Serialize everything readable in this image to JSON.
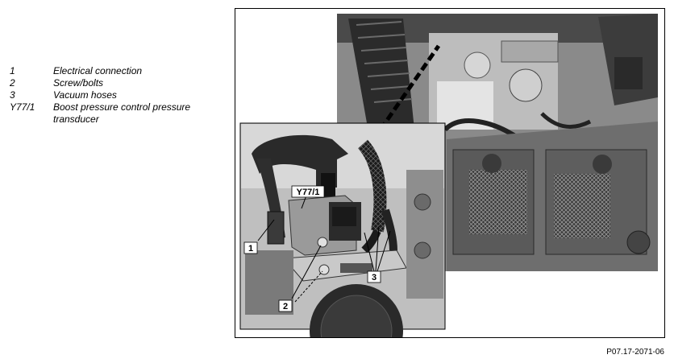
{
  "legend": {
    "items": [
      {
        "num": "1",
        "desc": "Electrical connection"
      },
      {
        "num": "2",
        "desc": "Screw/bolts"
      },
      {
        "num": "3",
        "desc": "Vacuum hoses"
      },
      {
        "num": "Y77/1",
        "desc": "Boost pressure control pressure transducer"
      }
    ]
  },
  "figure": {
    "callouts": {
      "y77": "Y77/1",
      "c1": "1",
      "c2": "2",
      "c3": "3"
    },
    "reference": "P07.17-2071-06"
  }
}
